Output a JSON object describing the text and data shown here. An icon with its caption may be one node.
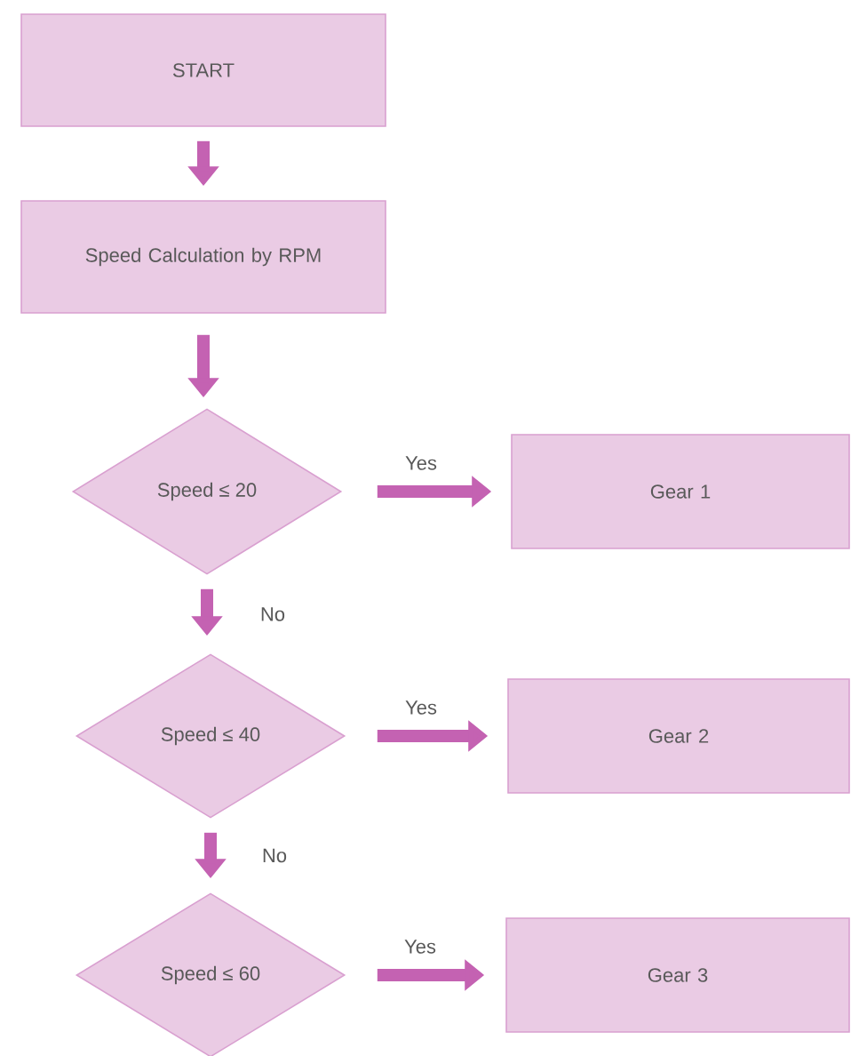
{
  "diagram": {
    "nodes": [
      {
        "text": [
          "START"
        ]
      },
      {
        "text": [
          "Speed Calculation by RPM"
        ]
      },
      {
        "text": [
          "Speed ≤ 20"
        ]
      },
      {
        "text": [
          "Gear 1"
        ]
      },
      {
        "text": [
          "Speed ≤ 40"
        ]
      },
      {
        "text": [
          "Gear 2"
        ]
      },
      {
        "text": [
          "Speed ≤ 60"
        ]
      },
      {
        "text": [
          "Gear 3"
        ]
      }
    ],
    "edges": [
      {
        "from": 0,
        "to": 1,
        "arrow": "to"
      },
      {
        "from": 1,
        "to": 2,
        "arrow": "to"
      },
      {
        "from": 2,
        "to": 3,
        "arrow": "to",
        "label": "Yes"
      },
      {
        "from": 2,
        "to": 4,
        "arrow": "to",
        "label": "No"
      },
      {
        "from": 4,
        "to": 5,
        "arrow": "to",
        "label": "Yes"
      },
      {
        "from": 4,
        "to": 6,
        "arrow": "to",
        "label": "No"
      },
      {
        "from": 6,
        "to": 7,
        "arrow": "to",
        "label": "Yes"
      }
    ]
  }
}
